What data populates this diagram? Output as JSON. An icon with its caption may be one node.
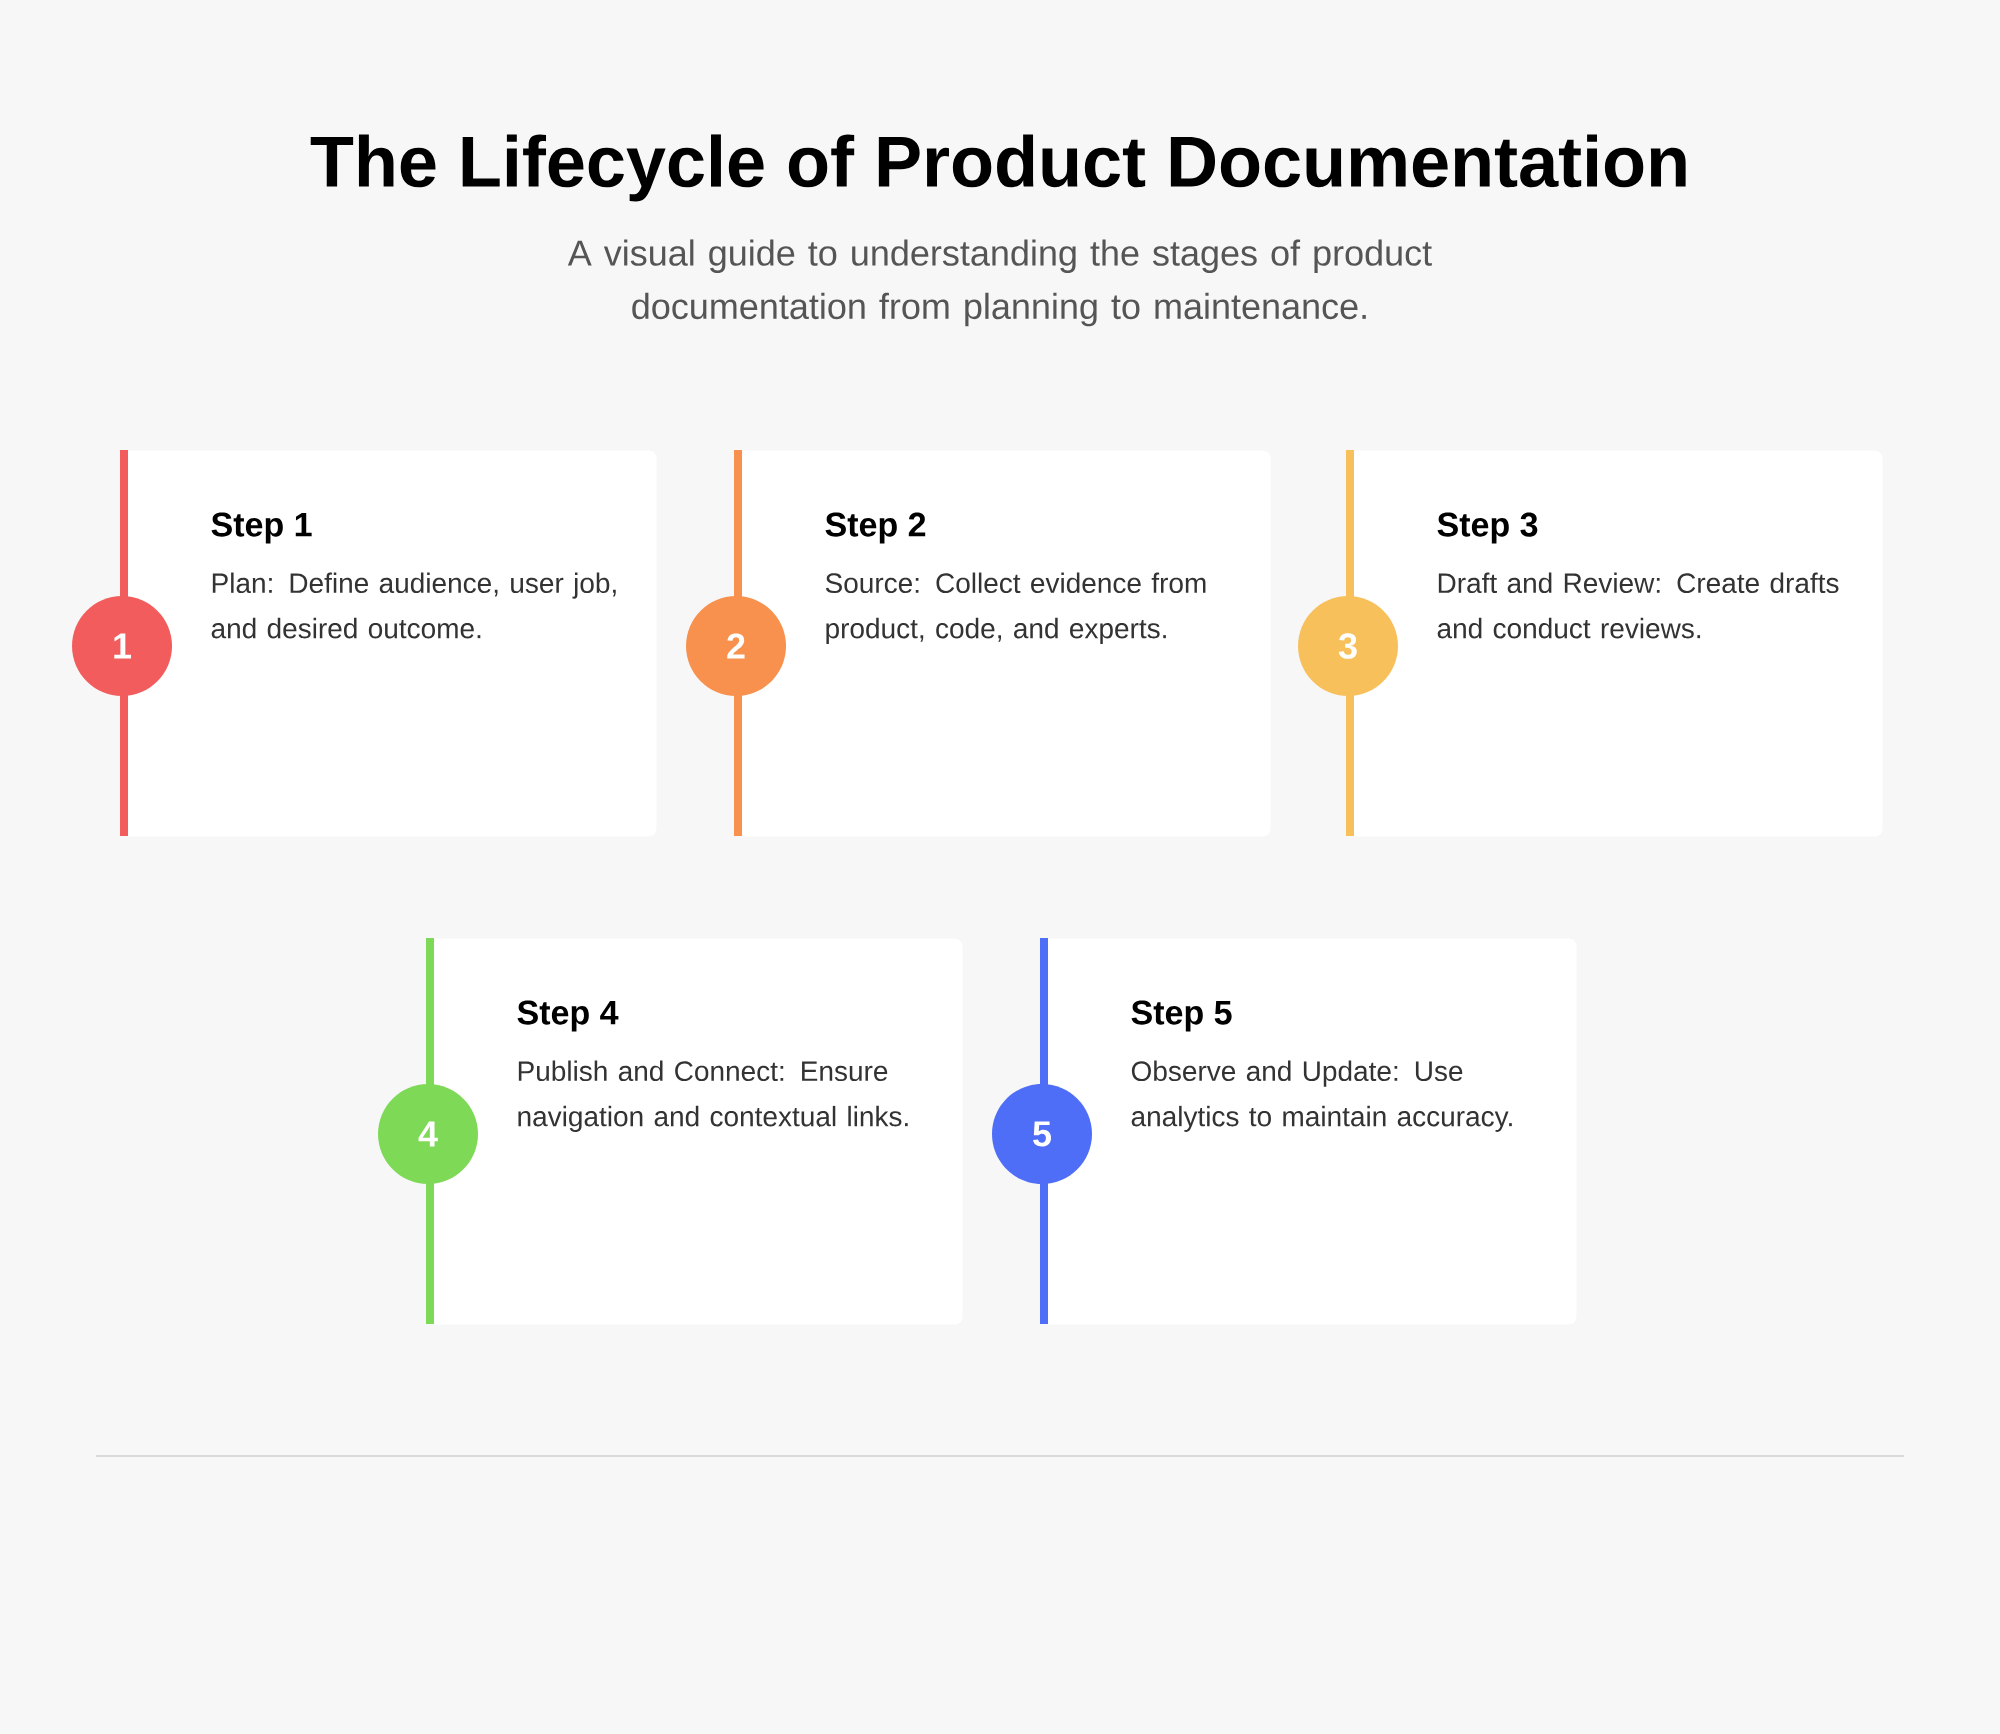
{
  "diagram": {
    "title": "The Lifecycle of Product Documentation",
    "nodes": [
      {
        "text": [
          "Step 1",
          "Plan: Define audience, user job, and desired outcome."
        ]
      },
      {
        "text": [
          "1"
        ]
      },
      {
        "text": [
          "Step 2",
          "Source: Collect evidence from product, code, and experts."
        ]
      },
      {
        "text": [
          "2"
        ]
      },
      {
        "text": [
          "Step 3",
          "Draft and Review: Create drafts and conduct reviews."
        ]
      },
      {
        "text": [
          "3"
        ]
      },
      {
        "text": [
          "Step 4",
          "Publish and Connect: Ensure navigation and contextual links."
        ]
      },
      {
        "text": [
          "4"
        ]
      },
      {
        "text": [
          "Step 5",
          "Observe and Update: Use analytics to maintain accuracy."
        ]
      },
      {
        "text": [
          "5"
        ]
      }
    ],
    "labels": [
      "A visual guide to understanding the stages of product documentation from planning to maintenance."
    ]
  }
}
